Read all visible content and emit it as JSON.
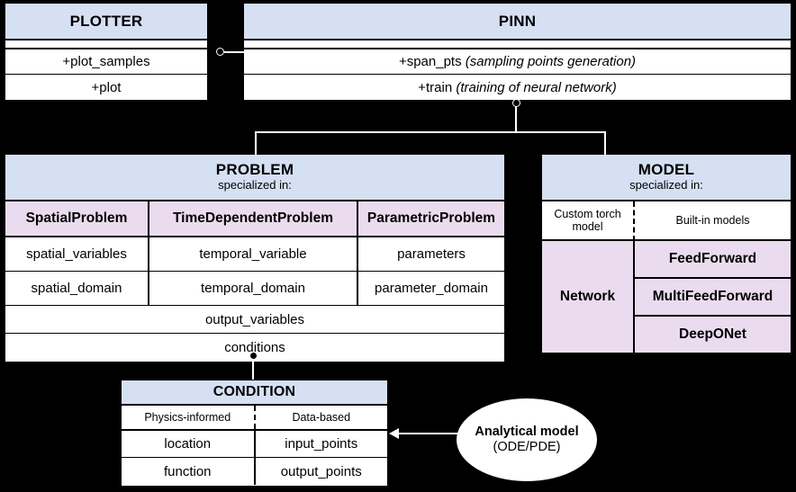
{
  "diagram": {
    "title": "PINA software architecture UML diagram",
    "colors": {
      "header_blue": "#d6e0f3",
      "subclass_pink": "#eadcee",
      "background": "#000000",
      "box_fill": "#ffffff",
      "stroke": "#000000"
    }
  },
  "plotter": {
    "title": "PLOTTER",
    "methods": [
      {
        "label": "+plot_samples"
      },
      {
        "label": "+plot"
      }
    ]
  },
  "pinn": {
    "title": "PINN",
    "methods": [
      {
        "name": "+span_pts",
        "note": "(sampling points generation)"
      },
      {
        "name": "+train",
        "note": "(training of neural network)"
      }
    ]
  },
  "problem": {
    "title": "PROBLEM",
    "subtitle": "specialized in:",
    "subclasses": [
      "SpatialProblem",
      "TimeDependentProblem",
      "ParametricProblem"
    ],
    "attribute_rows": [
      [
        "spatial_variables",
        "temporal_variable",
        "parameters"
      ],
      [
        "spatial_domain",
        "temporal_domain",
        "parameter_domain"
      ]
    ],
    "shared_rows": [
      "output_variables",
      "conditions"
    ]
  },
  "model": {
    "title": "MODEL",
    "subtitle": "specialized in:",
    "left_caption": "Custom torch model",
    "right_caption": "Built-in models",
    "left_item": "Network",
    "right_items": [
      "FeedForward",
      "MultiFeedForward",
      "DeepONet"
    ]
  },
  "condition": {
    "title": "CONDITION",
    "left_caption": "Physics-informed",
    "right_caption": "Data-based",
    "rows": [
      {
        "left": "location",
        "right": "input_points"
      },
      {
        "left": "function",
        "right": "output_points"
      }
    ]
  },
  "analytical": {
    "line1": "Analytical model",
    "line2": "(ODE/PDE)"
  },
  "connectors": [
    {
      "name": "plotter-to-pinn",
      "type": "association-ball"
    },
    {
      "name": "pinn-to-problem",
      "type": "association-ball"
    },
    {
      "name": "pinn-to-model",
      "type": "association-ball"
    },
    {
      "name": "problem-to-condition",
      "type": "association-ball"
    },
    {
      "name": "analytical-to-condition",
      "type": "arrow"
    }
  ]
}
